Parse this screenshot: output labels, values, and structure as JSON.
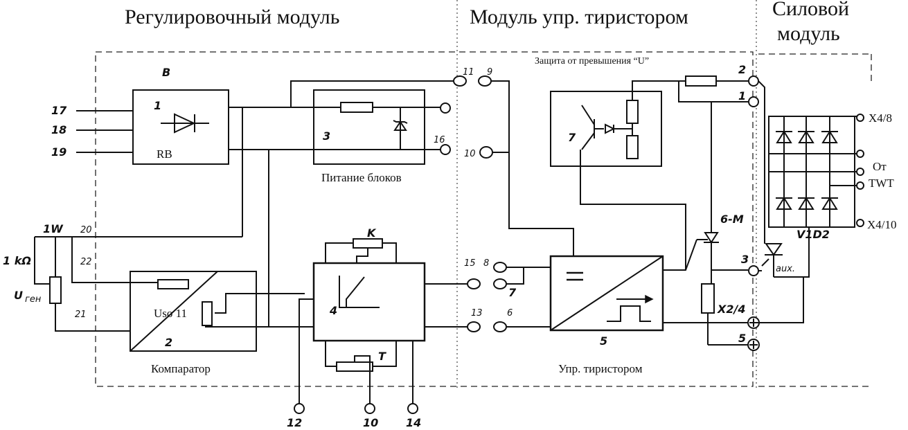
{
  "headers": {
    "reg": "Регулировочный модуль",
    "thy": "Модуль упр. тиристором",
    "pow1": "Силовой",
    "pow2": "модуль"
  },
  "labels": {
    "b": "B",
    "block1": "1",
    "rb": "RB",
    "block3": "3",
    "psu": "Питание блоков",
    "block4": "4",
    "k": "K",
    "t": "T",
    "block2": "2",
    "uso": "Uso 11",
    "comparator": "Компаратор",
    "overvolt": "Защита от превышения “U”",
    "block7": "7",
    "block5": "5",
    "thyctrl": "Упр. тиристором",
    "m6": "6-M",
    "vd2": "V1D2",
    "aux": "aux.",
    "x48": "X4/8",
    "x410": "X4/10",
    "ot": "От",
    "twt": "TWT",
    "x24": "X2/4",
    "kohm": "1 kΩ",
    "ugen": "U",
    "ugen_sub": "ген",
    "w1": "1W"
  },
  "pins": {
    "p17": "17",
    "p18": "18",
    "p19": "19",
    "p20": "20",
    "p22": "22",
    "p21": "21",
    "p16": "16",
    "p11": "11",
    "p9": "9",
    "p10a": "10",
    "p15": "15",
    "p8": "8",
    "p7": "7",
    "p13": "13",
    "p6": "6",
    "p12": "12",
    "p10b": "10",
    "p14": "14",
    "p2": "2",
    "p1": "1",
    "p3": "3",
    "p5": "5"
  }
}
